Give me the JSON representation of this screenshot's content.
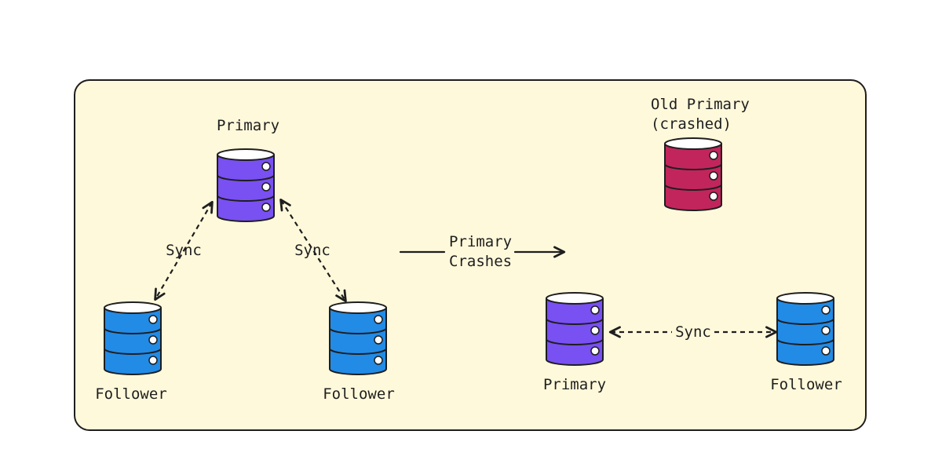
{
  "colors": {
    "background": "#fff9db",
    "stroke": "#1e1e1e",
    "primary_db": "#7950f2",
    "follower_db": "#228be6",
    "crashed_db": "#c2255c"
  },
  "before": {
    "primary_label": "Primary",
    "follower_left_label": "Follower",
    "follower_right_label": "Follower",
    "sync_left_label": "Sync",
    "sync_right_label": "Sync"
  },
  "transition": {
    "line1": "Primary",
    "line2": "Crashes"
  },
  "after": {
    "old_primary_line1": "Old Primary",
    "old_primary_line2": "(crashed)",
    "new_primary_label": "Primary",
    "follower_label": "Follower",
    "sync_label": "Sync"
  },
  "icons": {
    "database": "database-icon",
    "dashed_double_arrow": "dashed-bidirectional-arrow-icon",
    "solid_arrow": "solid-arrow-icon"
  }
}
